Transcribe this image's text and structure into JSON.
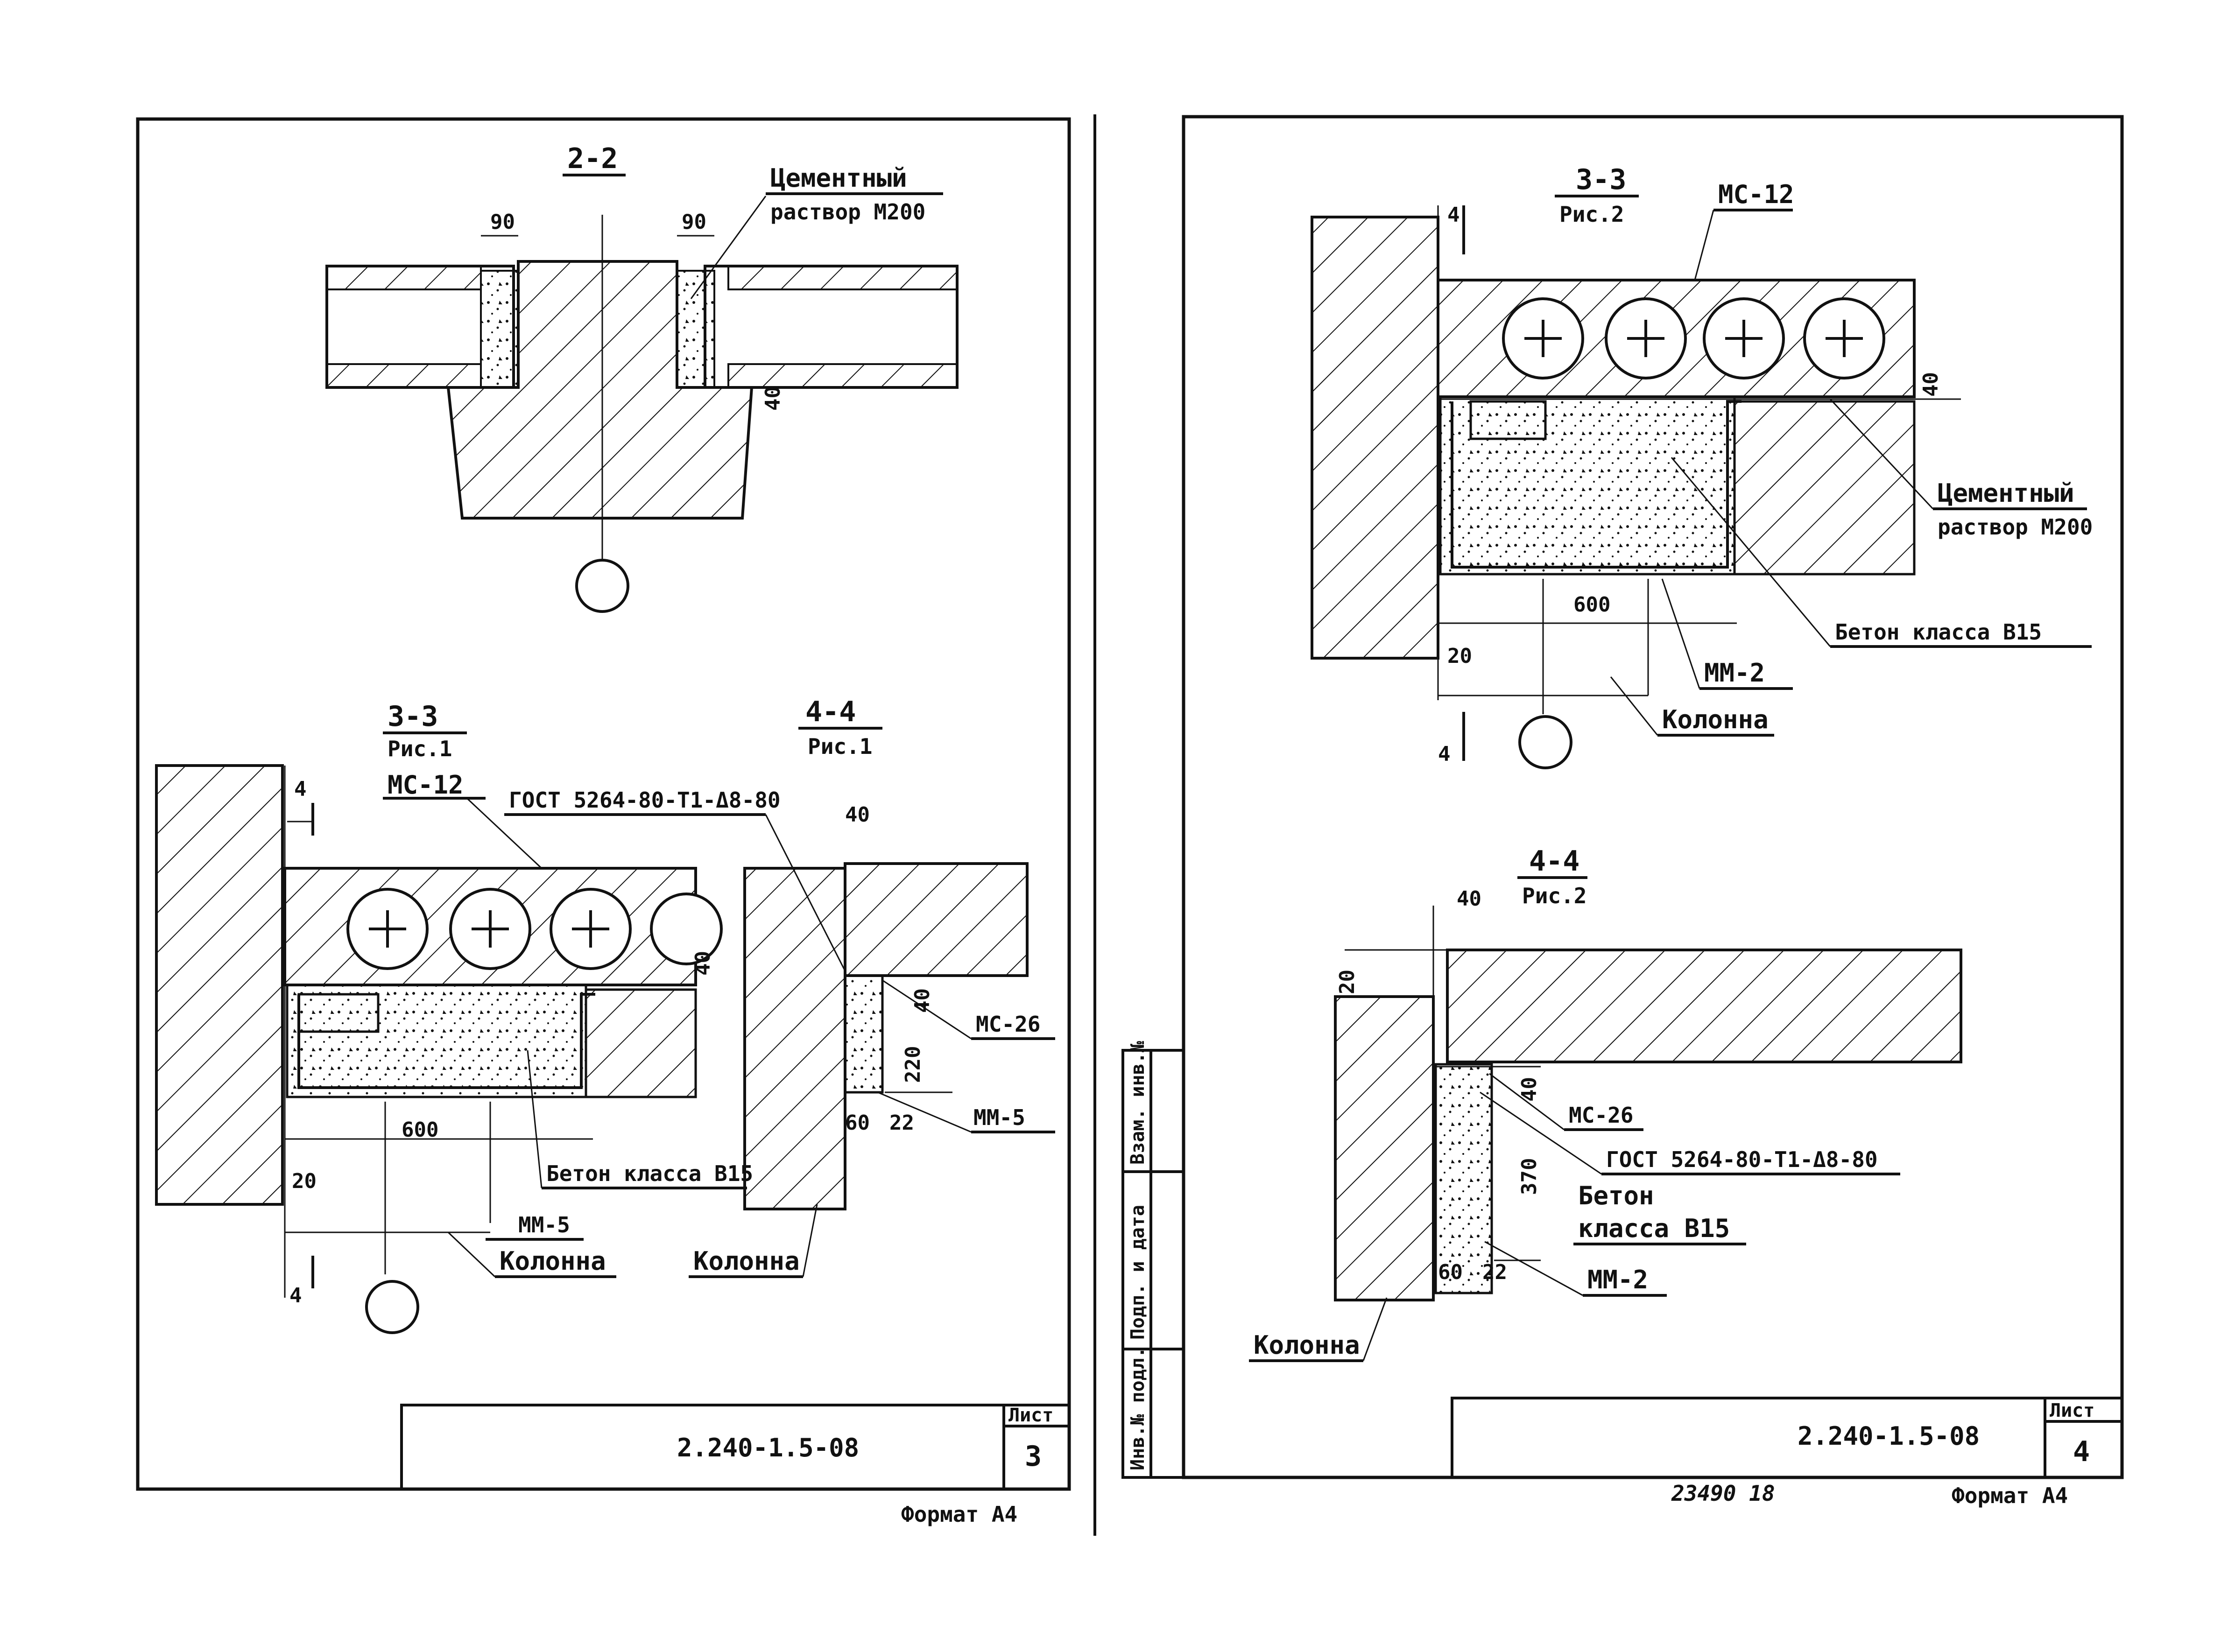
{
  "sheet3": {
    "section_2_2": "2-2",
    "cement_label_1": "Цементный",
    "cement_label_2": "раствор М200",
    "dim_90_left": "90",
    "dim_90_right": "90",
    "dim_40": "40",
    "section_3_3": "3-3",
    "section_3_3_sub": "Рис.1",
    "section_4_4": "4-4",
    "section_4_4_sub": "Рис.1",
    "mc12": "МС-12",
    "gost": "ГОСТ 5264-80-Т1-Δ8-80",
    "mark_4_top": "4",
    "mark_4_bottom": "4",
    "dim_40_b": "40",
    "dim_40_c": "40",
    "dim_40_d": "40",
    "mc26": "МС-26",
    "dim_220": "220",
    "dim_600": "600",
    "dim_60": "60",
    "dim_22": "22",
    "mm5_right": "ММ-5",
    "beton": "Бетон класса В15",
    "dim_20": "20",
    "mm5": "ММ-5",
    "kolonna_1": "Колонна",
    "kolonna_2": "Колонна",
    "code": "2.240-1.5-08",
    "list_label": "Лист",
    "list_num": "3",
    "format": "Формат А4"
  },
  "sheet4": {
    "section_3_3": "3-3",
    "section_3_3_sub": "Рис.2",
    "mc12": "МС-12",
    "mark_4_top": "4",
    "mark_4_bottom": "4",
    "dim_40": "40",
    "cement_label_1": "Цементный",
    "cement_label_2": "раствор М200",
    "dim_600": "600",
    "beton": "Бетон класса В15",
    "dim_20": "20",
    "mm2": "ММ-2",
    "kolonna_1": "Колонна",
    "section_4_4": "4-4",
    "section_4_4_sub": "Рис.2",
    "dim_40_b": "40",
    "dim_20_b": "20",
    "dim_40_c": "40",
    "mc26": "МС-26",
    "gost": "ГОСТ 5264-80-Т1-Δ8-80",
    "dim_370": "370",
    "beton_2a": "Бетон",
    "beton_2b": "класса В15",
    "dim_60": "60",
    "dim_22": "22",
    "mm2_b": "ММ-2",
    "kolonna_2": "Колонна",
    "stamp_1": "Инв.№ подл.",
    "stamp_2": "Подп. и дата",
    "stamp_3": "Взам. инв.№",
    "code": "2.240-1.5-08",
    "list_label": "Лист",
    "list_num": "4",
    "handwritten": "23490 18",
    "format": "Формат А4"
  },
  "colors": {
    "ink": "#111111",
    "paper": "#ffffff"
  }
}
